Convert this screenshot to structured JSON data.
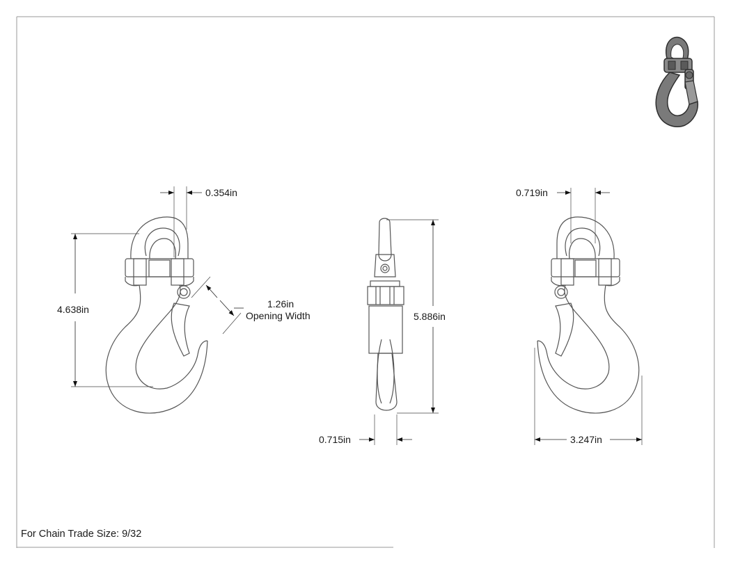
{
  "drawing": {
    "footer_note": "For Chain Trade Size: 9/32",
    "front_view": {
      "link_slot_dim": "0.354in",
      "hook_height_dim": "4.638in",
      "opening_dim_value": "1.26in",
      "opening_dim_label": "Opening Width"
    },
    "side_view": {
      "overall_length_dim": "5.886in",
      "thickness_dim": "0.715in"
    },
    "back_view": {
      "link_width_dim": "0.719in",
      "overall_width_dim": "3.247in"
    },
    "iso_thumbnail": {
      "fill_color": "#7a7a7a",
      "edge_color": "#2e2e2e"
    },
    "colors": {
      "outline": "#555555",
      "dimension_line": "#222222",
      "border": "#9a9a9a"
    }
  }
}
